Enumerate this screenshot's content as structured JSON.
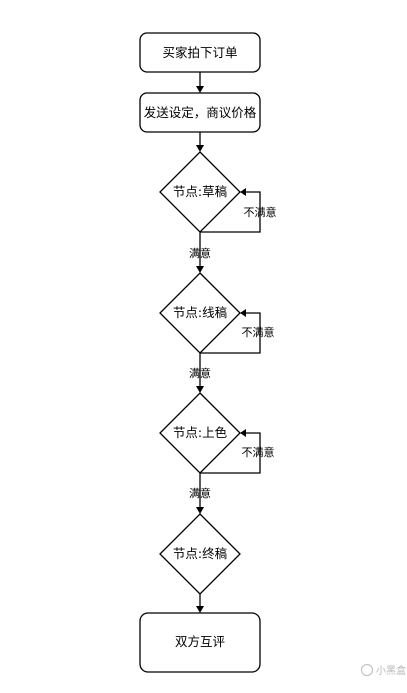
{
  "diagram": {
    "nodes": [
      {
        "id": "n1",
        "text": "买家拍下订单"
      },
      {
        "id": "n2",
        "text": "发送设定，商议价格"
      },
      {
        "id": "n3",
        "text": "节点:草稿"
      },
      {
        "id": "n4",
        "text": "节点:线稿"
      },
      {
        "id": "n5",
        "text": "节点:上色"
      },
      {
        "id": "n6",
        "text": "节点:终稿"
      },
      {
        "id": "n7",
        "text": "双方互评"
      }
    ],
    "edge_labels": {
      "satisfied": "满意",
      "unsatisfied": "不满意"
    }
  },
  "watermark": {
    "text": "小黑盒"
  }
}
